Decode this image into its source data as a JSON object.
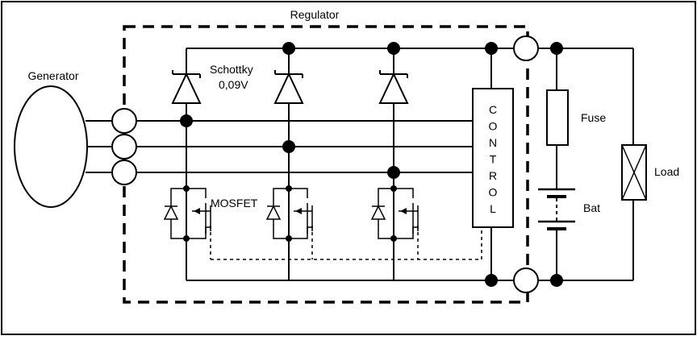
{
  "diagram": {
    "labels": {
      "regulator": "Regulator",
      "generator": "Generator",
      "schottky": "Schottky",
      "schottky_voltage": "0,09V",
      "mosfet": "MOSFET",
      "fuse": "Fuse",
      "bat": "Bat",
      "load": "Load",
      "control_letters": [
        "C",
        "O",
        "N",
        "T",
        "R",
        "O",
        "L"
      ]
    },
    "colors": {
      "ink": "#000000",
      "background": "#ffffff"
    },
    "components": [
      {
        "type": "generator",
        "icon": "ellipse"
      },
      {
        "type": "connector",
        "count": 5,
        "icon": "circle"
      },
      {
        "type": "schottky-diode",
        "count": 3
      },
      {
        "type": "mosfet",
        "count": 3
      },
      {
        "type": "control-unit"
      },
      {
        "type": "fuse"
      },
      {
        "type": "battery"
      },
      {
        "type": "load"
      }
    ]
  }
}
